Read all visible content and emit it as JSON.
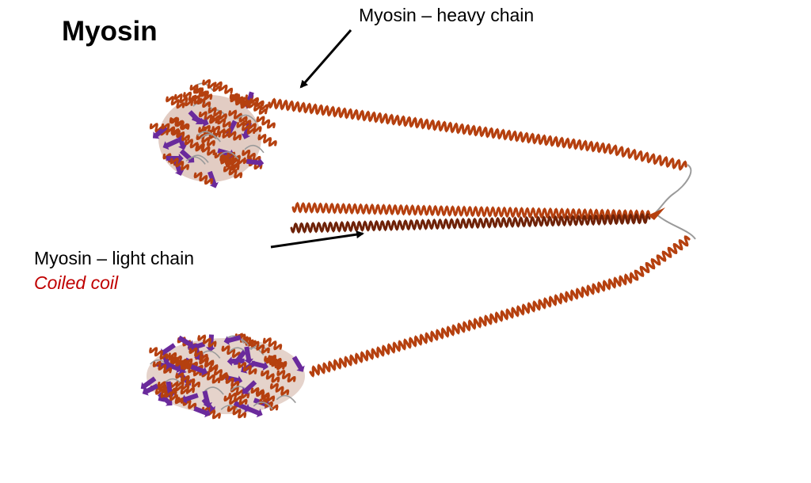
{
  "title": "Myosin",
  "labels": {
    "heavy_chain": "Myosin – heavy chain",
    "light_chain": "Myosin – light chain",
    "coiled_coil": "Coiled coil"
  },
  "colors": {
    "helix": "#b5400f",
    "helix_dark": "#6e2208",
    "sheet": "#6a2a9c",
    "loop": "#9a9a9a",
    "annotation_red": "#c00000",
    "arrow": "#000000"
  }
}
